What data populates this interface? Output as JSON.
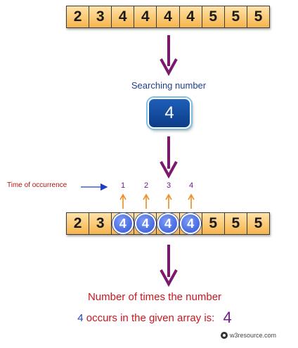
{
  "source_array": [
    "2",
    "3",
    "4",
    "4",
    "4",
    "4",
    "5",
    "5",
    "5"
  ],
  "search": {
    "label": "Searching number",
    "value": "4"
  },
  "occurrence": {
    "label": "Time of occurrence",
    "counts": [
      "1",
      "2",
      "3",
      "4"
    ]
  },
  "result_array": [
    {
      "value": "2",
      "highlight": false
    },
    {
      "value": "3",
      "highlight": false
    },
    {
      "value": "4",
      "highlight": true
    },
    {
      "value": "4",
      "highlight": true
    },
    {
      "value": "4",
      "highlight": true
    },
    {
      "value": "4",
      "highlight": true
    },
    {
      "value": "5",
      "highlight": false
    },
    {
      "value": "5",
      "highlight": false
    },
    {
      "value": "5",
      "highlight": false
    }
  ],
  "result": {
    "line1": "Number of times the number",
    "number": "4",
    "line2_text": "occurs in the given array is:",
    "count": "4"
  },
  "watermark": "w3resource.com",
  "colors": {
    "arrow_big": "#7a1a6e",
    "arrow_small": "#f08a1c",
    "arrow_pointer": "#1d3fc4"
  }
}
